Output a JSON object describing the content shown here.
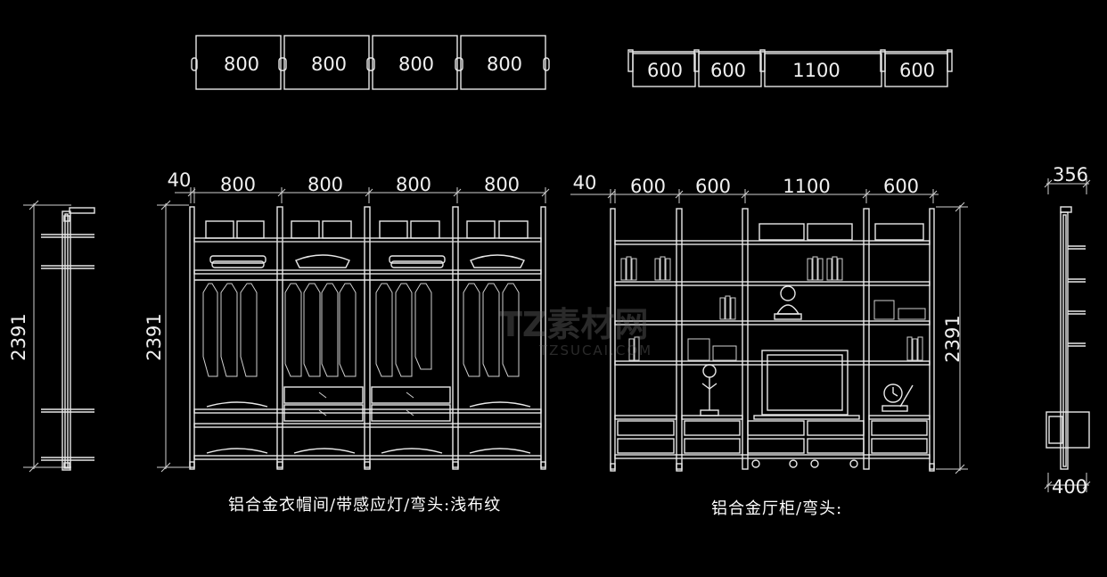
{
  "plan_left": {
    "modules": [
      "800",
      "800",
      "800",
      "800"
    ]
  },
  "plan_right": {
    "modules": [
      "600",
      "600",
      "1100",
      "600"
    ]
  },
  "wardrobe": {
    "gap": "40",
    "widths": [
      "800",
      "800",
      "800",
      "800"
    ],
    "height": "2391",
    "side_height": "2391"
  },
  "cabinet": {
    "gap": "40",
    "widths": [
      "600",
      "600",
      "1100",
      "600"
    ],
    "height": "2391",
    "side_depth": "356",
    "side_width": "400"
  },
  "captions": {
    "wardrobe": "铝合金衣帽间/带感应灯/弯头:浅布纹",
    "cabinet": "铝合金厅柜/弯头:"
  },
  "watermark": {
    "brand": "TZ素材网",
    "url": "TZSUCAI.COM"
  }
}
